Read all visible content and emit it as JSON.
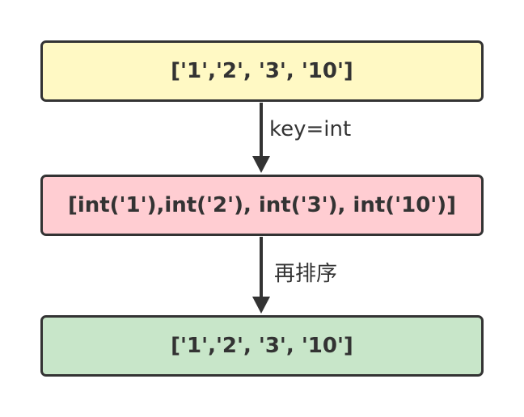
{
  "nodes": [
    {
      "id": "source",
      "text": "['1','2', '3', '10']",
      "color": "#fff9c4"
    },
    {
      "id": "mapped",
      "text": "[int('1'),int('2'), int('3'), int('10')]",
      "color": "#ffcdd2"
    },
    {
      "id": "result",
      "text": "['1','2', '3', '10']",
      "color": "#c8e6c9"
    }
  ],
  "edges": [
    {
      "from": "source",
      "to": "mapped",
      "label": "key=int"
    },
    {
      "from": "mapped",
      "to": "result",
      "label": "再排序"
    }
  ],
  "colors": {
    "stroke": "#333333"
  }
}
